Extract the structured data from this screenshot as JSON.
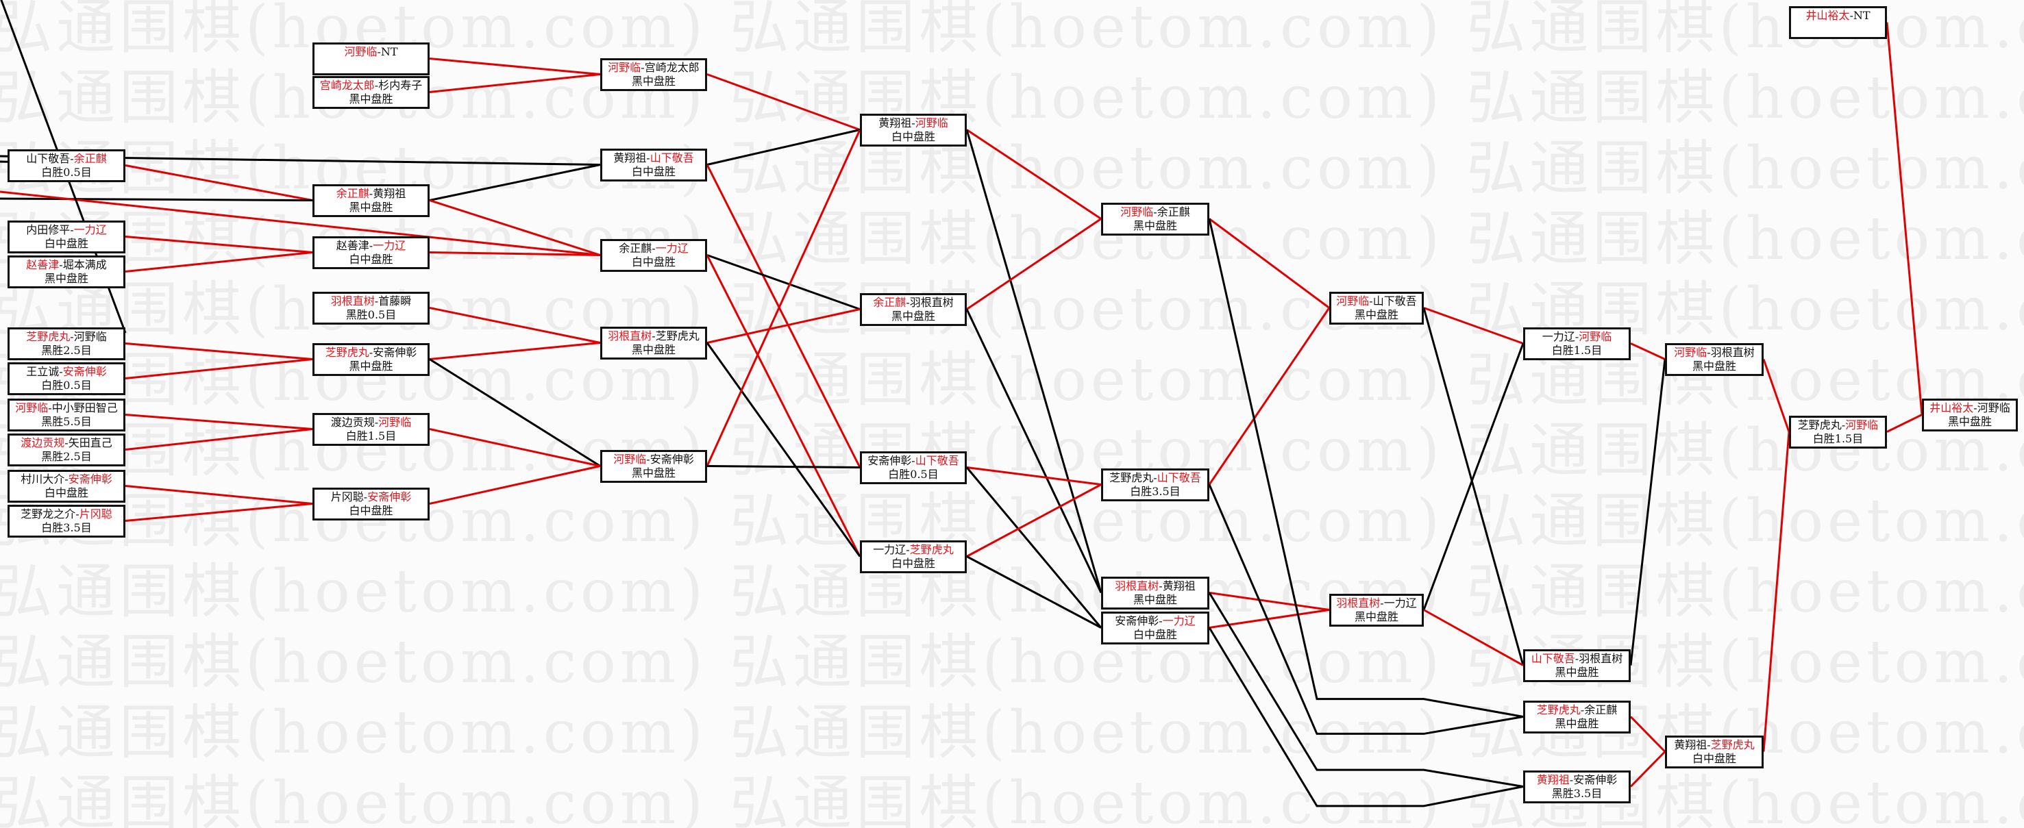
{
  "watermark": "弘通围棋(hoetom.com)",
  "colors": {
    "winner": "#e3151d",
    "win_line": "#e00000",
    "loss_line": "#000000"
  },
  "separator": "-",
  "columns": [
    [
      {
        "p1": "山下敬吾",
        "p2": "余正麒",
        "winner": 2,
        "result": "白胜0.5目"
      },
      {
        "p1": "内田修平",
        "p2": "一力辽",
        "winner": 2,
        "result": "白中盘胜"
      },
      {
        "p1": "赵善津",
        "p2": "堀本满成",
        "winner": 1,
        "result": "黑中盘胜"
      },
      {
        "p1": "芝野虎丸",
        "p2": "河野临",
        "winner": 1,
        "result": "黑胜2.5目"
      },
      {
        "p1": "王立诚",
        "p2": "安斋伸彰",
        "winner": 2,
        "result": "白胜0.5目"
      },
      {
        "p1": "河野临",
        "p2": "中小野田智己",
        "winner": 1,
        "result": "黑胜5.5目"
      },
      {
        "p1": "渡边贡规",
        "p2": "矢田直己",
        "winner": 1,
        "result": "黑胜2.5目"
      },
      {
        "p1": "村川大介",
        "p2": "安斋伸彰",
        "winner": 2,
        "result": "白中盘胜"
      },
      {
        "p1": "芝野龙之介",
        "p2": "片冈聪",
        "winner": 2,
        "result": "白胜3.5目"
      }
    ],
    [
      {
        "p1": "河野临",
        "p2": "NT",
        "winner": 1,
        "result": ""
      },
      {
        "p1": "宫崎龙太郎",
        "p2": "杉内寿子",
        "winner": 1,
        "result": "黑中盘胜"
      },
      {
        "p1": "余正麒",
        "p2": "黄翔祖",
        "winner": 1,
        "result": "黑中盘胜"
      },
      {
        "p1": "赵善津",
        "p2": "一力辽",
        "winner": 2,
        "result": "白中盘胜"
      },
      {
        "p1": "羽根直树",
        "p2": "首藤瞬",
        "winner": 1,
        "result": "黑胜0.5目"
      },
      {
        "p1": "芝野虎丸",
        "p2": "安斋伸彰",
        "winner": 1,
        "result": "黑中盘胜"
      },
      {
        "p1": "渡边贡规",
        "p2": "河野临",
        "winner": 2,
        "result": "白胜1.5目"
      },
      {
        "p1": "片冈聪",
        "p2": "安斋伸彰",
        "winner": 2,
        "result": "白中盘胜"
      }
    ],
    [
      {
        "p1": "河野临",
        "p2": "宫崎龙太郎",
        "winner": 1,
        "result": "黑中盘胜"
      },
      {
        "p1": "黄翔祖",
        "p2": "山下敬吾",
        "winner": 2,
        "result": "白中盘胜"
      },
      {
        "p1": "余正麒",
        "p2": "一力辽",
        "winner": 2,
        "result": "白中盘胜"
      },
      {
        "p1": "羽根直树",
        "p2": "芝野虎丸",
        "winner": 1,
        "result": "黑中盘胜"
      },
      {
        "p1": "河野临",
        "p2": "安斋伸彰",
        "winner": 1,
        "result": "黑中盘胜"
      }
    ],
    [
      {
        "p1": "黄翔祖",
        "p2": "河野临",
        "winner": 2,
        "result": "白中盘胜"
      },
      {
        "p1": "余正麒",
        "p2": "羽根直树",
        "winner": 1,
        "result": "黑中盘胜"
      },
      {
        "p1": "安斋伸彰",
        "p2": "山下敬吾",
        "winner": 2,
        "result": "白胜0.5目"
      },
      {
        "p1": "一力辽",
        "p2": "芝野虎丸",
        "winner": 2,
        "result": "白中盘胜"
      }
    ],
    [
      {
        "p1": "河野临",
        "p2": "余正麒",
        "winner": 1,
        "result": "黑中盘胜"
      },
      {
        "p1": "芝野虎丸",
        "p2": "山下敬吾",
        "winner": 2,
        "result": "白胜3.5目"
      },
      {
        "p1": "羽根直树",
        "p2": "黄翔祖",
        "winner": 1,
        "result": "黑中盘胜"
      },
      {
        "p1": "安斋伸彰",
        "p2": "一力辽",
        "winner": 2,
        "result": "白中盘胜"
      }
    ],
    [
      {
        "p1": "河野临",
        "p2": "山下敬吾",
        "winner": 1,
        "result": "黑中盘胜"
      },
      {
        "p1": "羽根直树",
        "p2": "一力辽",
        "winner": 1,
        "result": "黑中盘胜"
      }
    ],
    [
      {
        "p1": "一力辽",
        "p2": "河野临",
        "winner": 2,
        "result": "白胜1.5目"
      },
      {
        "p1": "山下敬吾",
        "p2": "羽根直树",
        "winner": 1,
        "result": "黑中盘胜"
      },
      {
        "p1": "芝野虎丸",
        "p2": "余正麒",
        "winner": 1,
        "result": "黑中盘胜"
      },
      {
        "p1": "黄翔祖",
        "p2": "安斋伸彰",
        "winner": 1,
        "result": "黑胜3.5目"
      }
    ],
    [
      {
        "p1": "河野临",
        "p2": "羽根直树",
        "winner": 1,
        "result": "黑中盘胜"
      },
      {
        "p1": "黄翔祖",
        "p2": "芝野虎丸",
        "winner": 2,
        "result": "白中盘胜"
      }
    ],
    [
      {
        "p1": "井山裕太",
        "p2": "NT",
        "winner": 1,
        "result": ""
      },
      {
        "p1": "芝野虎丸",
        "p2": "河野临",
        "winner": 2,
        "result": "白胜1.5目"
      }
    ],
    [
      {
        "p1": "井山裕太",
        "p2": "河野临",
        "winner": 1,
        "result": "黑中盘胜"
      }
    ]
  ]
}
